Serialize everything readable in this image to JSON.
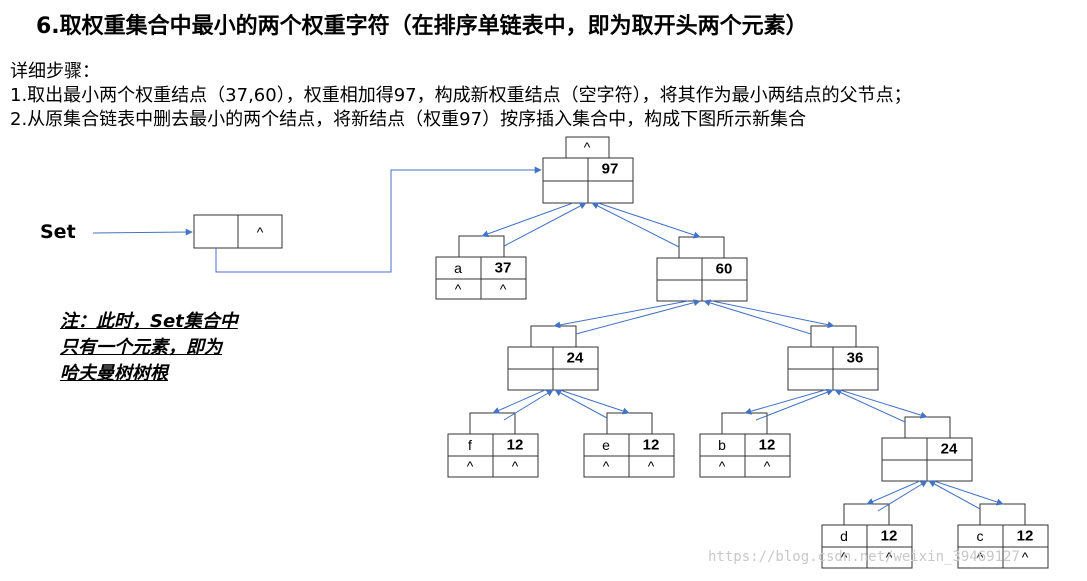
{
  "title": "6.取权重集合中最小的两个权重字符（在排序单链表中，即为取开头两个元素）",
  "steps": {
    "heading": "详细步骤：",
    "step1": "1.取出最小两个权重结点（37,60），权重相加得97，构成新权重结点（空字符），将其作为最小两结点的父节点；",
    "step2": "2.从原集合链表中删去最小的两个结点，将新结点（权重97）按序插入集合中，构成下图所示新集合"
  },
  "set_label": "Set",
  "set_node": {
    "cell2": "^"
  },
  "note": {
    "line1": "注：此时，Set集合中",
    "line2": "只有一个元素，即为",
    "line3": "哈夫曼树树根"
  },
  "tree": {
    "root": {
      "char": "",
      "weight": "97",
      "top": "^"
    },
    "a": {
      "char": "a",
      "weight": "37",
      "left": "^",
      "right": "^"
    },
    "n60": {
      "char": "",
      "weight": "60"
    },
    "n24": {
      "char": "",
      "weight": "24"
    },
    "n36": {
      "char": "",
      "weight": "36"
    },
    "f": {
      "char": "f",
      "weight": "12",
      "left": "^",
      "right": "^"
    },
    "e": {
      "char": "e",
      "weight": "12",
      "left": "^",
      "right": "^"
    },
    "b": {
      "char": "b",
      "weight": "12",
      "left": "^",
      "right": "^"
    },
    "n24b": {
      "char": "",
      "weight": "24"
    },
    "d": {
      "char": "d",
      "weight": "12",
      "left": "^",
      "right": "^"
    },
    "c": {
      "char": "c",
      "weight": "12",
      "left": "^",
      "right": "^"
    }
  },
  "watermark": "https://blog.csdn.net/weixin_39469127",
  "colors": {
    "edge": "#4472c4",
    "box_border": "#333333"
  }
}
